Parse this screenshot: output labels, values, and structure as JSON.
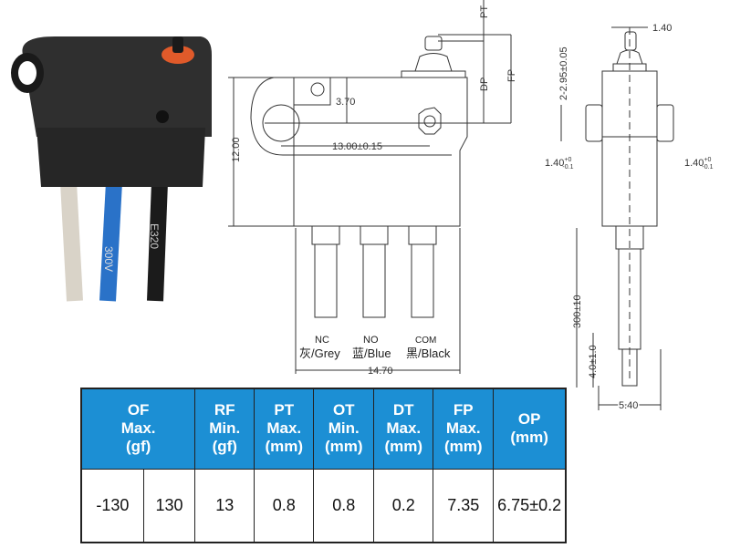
{
  "drawing": {
    "dimensions": {
      "pt": "PT",
      "dp": "DP",
      "fp": "FP",
      "d370": "3.70",
      "d1300": "13.00±0.15",
      "d1200": "12.00",
      "d1470": "14.70",
      "d140_top": "1.40",
      "d295": "2-2.95±0.05",
      "d140_left": "1.40",
      "d140_right": "1.40",
      "tol_plus": "+0",
      "tol_minus": "-0.1",
      "d300": "300±10",
      "d40": "4.0±1.0",
      "d540": "5.40"
    },
    "terminals": [
      {
        "code": "NC",
        "color": "灰/Grey"
      },
      {
        "code": "NO",
        "color": "蓝/Blue"
      },
      {
        "code": "COM",
        "color": "黑/Black"
      }
    ],
    "photo_text": [
      "300V",
      "E320"
    ]
  },
  "table": {
    "headers": [
      {
        "lines": [
          "OF",
          "Max.",
          "(gf)"
        ]
      },
      {
        "lines": [
          "RF",
          "Min.",
          "(gf)"
        ]
      },
      {
        "lines": [
          "PT",
          "Max.",
          "(mm)"
        ]
      },
      {
        "lines": [
          "OT",
          "Min.",
          "(mm)"
        ]
      },
      {
        "lines": [
          "DT",
          "Max.",
          "(mm)"
        ]
      },
      {
        "lines": [
          "FP",
          "Max.",
          "(mm)"
        ]
      },
      {
        "lines": [
          "OP",
          "(mm)"
        ]
      }
    ],
    "values": [
      "-130",
      "130",
      "13",
      "0.8",
      "0.8",
      "0.2",
      "7.35",
      "6.75±0.2"
    ],
    "header_color": "#1c8fd4"
  }
}
